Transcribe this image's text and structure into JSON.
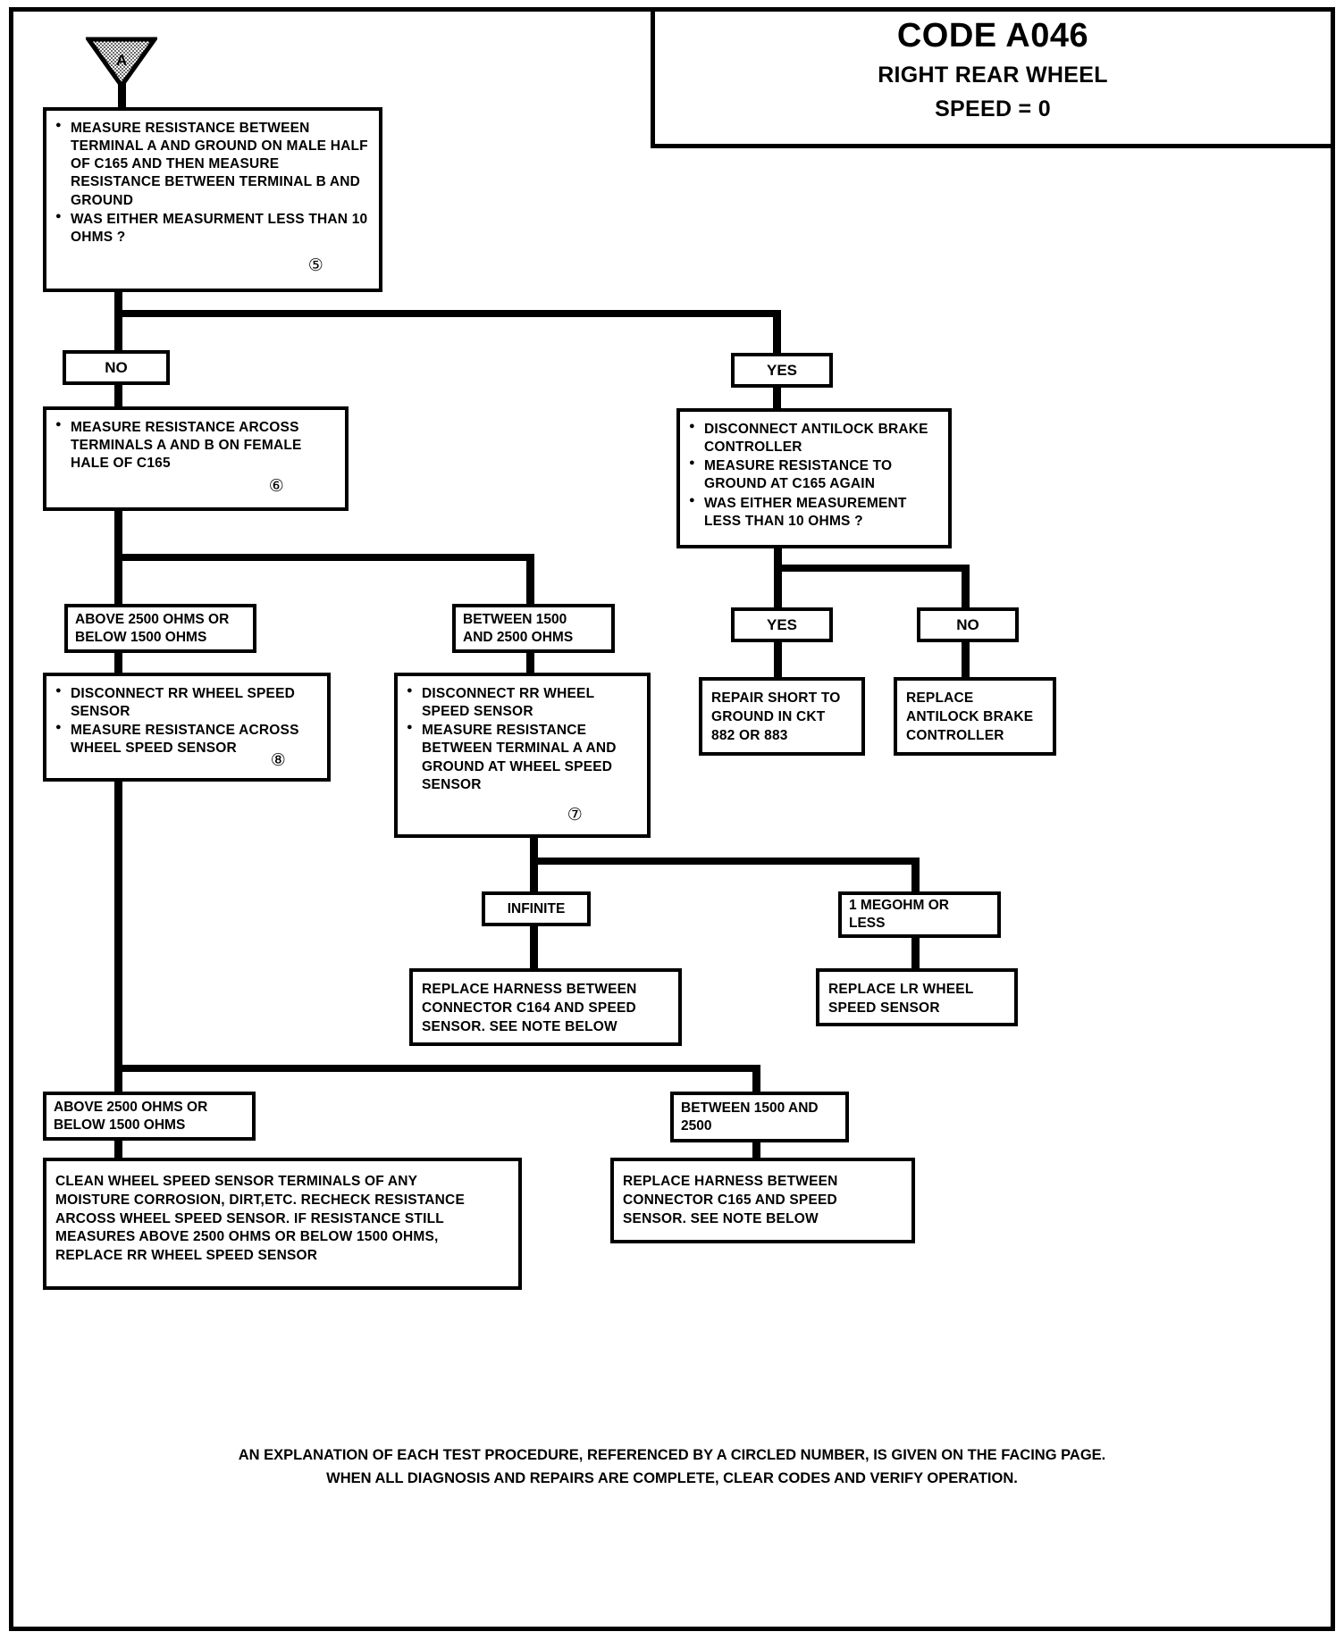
{
  "header": {
    "code": "CODE A046",
    "line1": "RIGHT REAR WHEEL",
    "line2": "SPEED  = 0"
  },
  "connector": {
    "letter": "A",
    "name": "off-page-connector-a"
  },
  "boxes": {
    "step5": {
      "bullets": [
        "MEASURE RESISTANCE BETWEEN TERMINAL A AND GROUND ON MALE HALF OF C165 AND THEN MEASURE RESISTANCE BETWEEN TERMINAL B AND GROUND",
        "WAS EITHER MEASURMENT LESS THAN 10 OHMS ?"
      ],
      "step": "⓪5"
    },
    "step6": {
      "bullets": [
        "MEASURE RESISTANCE ARCOSS TERMINALS A AND B ON FEMALE HALE OF C165"
      ],
      "step": "6"
    },
    "antilock": {
      "bullets": [
        "DISCONNECT ANTILOCK BRAKE CONTROLLER",
        "MEASURE RESISTANCE TO GROUND AT C165 AGAIN",
        "WAS EITHER MEASUREMENT LESS THAN 10 OHMS ?"
      ]
    },
    "step8": {
      "bullets": [
        "DISCONNECT RR WHEEL SPEED SENSOR",
        "MEASURE RESISTANCE ACROSS WHEEL SPEED SENSOR"
      ],
      "step": "8"
    },
    "step7": {
      "bullets": [
        "DISCONNECT RR WHEEL SPEED SENSOR",
        "MEASURE RESISTANCE BETWEEN TERMINAL A AND GROUND AT WHEEL SPEED SENSOR"
      ],
      "step": "7"
    },
    "repair_short": {
      "lines": [
        "REPAIR SHORT TO",
        "GROUND IN CKT",
        "882 OR 883"
      ]
    },
    "replace_controller": {
      "lines": [
        "REPLACE",
        "ANTILOCK BRAKE",
        "CONTROLLER"
      ]
    },
    "replace_harness_c164": {
      "lines": [
        "REPLACE HARNESS BETWEEN",
        "CONNECTOR C164 AND SPEED",
        "SENSOR.  SEE NOTE BELOW"
      ]
    },
    "replace_lr_sensor": {
      "lines": [
        "REPLACE LR WHEEL",
        "SPEED SENSOR"
      ]
    },
    "clean_sensor": {
      "lines": [
        "CLEAN WHEEL SPEED SENSOR TERMINALS OF ANY",
        "MOISTURE CORROSION, DIRT,ETC. RECHECK RESISTANCE",
        "ARCOSS WHEEL SPEED SENSOR. IF RESISTANCE STILL",
        "MEASURES ABOVE 2500  OHMS OR BELOW 1500 OHMS,",
        "REPLACE RR WHEEL SPEED SENSOR"
      ]
    },
    "replace_harness_c165": {
      "lines": [
        "REPLACE HARNESS BETWEEN",
        "CONNECTOR C165 AND SPEED",
        "SENSOR.  SEE NOTE BELOW"
      ]
    }
  },
  "labels": {
    "no_top": "NO",
    "yes_top": "YES",
    "yes_mid": "YES",
    "no_mid": "NO",
    "range_left_1": [
      "ABOVE 2500 OHMS OR",
      "BELOW 1500 OHMS"
    ],
    "range_mid_1": [
      "BETWEEN 1500",
      "AND 2500 OHMS"
    ],
    "infinite": "INFINITE",
    "megohm": [
      "1 MEGOHM OR",
      "LESS"
    ],
    "range_left_2": [
      "ABOVE 2500 OHMS OR",
      "BELOW 1500 OHMS"
    ],
    "range_right_2": [
      "BETWEEN 1500 AND",
      "2500"
    ]
  },
  "footer": {
    "line1": "AN EXPLANATION OF EACH TEST PROCEDURE, REFERENCED BY A CIRCLED NUMBER,  IS GIVEN ON THE FACING PAGE.",
    "line2": "WHEN ALL DIAGNOSIS AND REPAIRS ARE COMPLETE, CLEAR CODES AND VERIFY OPERATION."
  },
  "colors": {
    "ink": "#000000",
    "paper": "#ffffff"
  }
}
